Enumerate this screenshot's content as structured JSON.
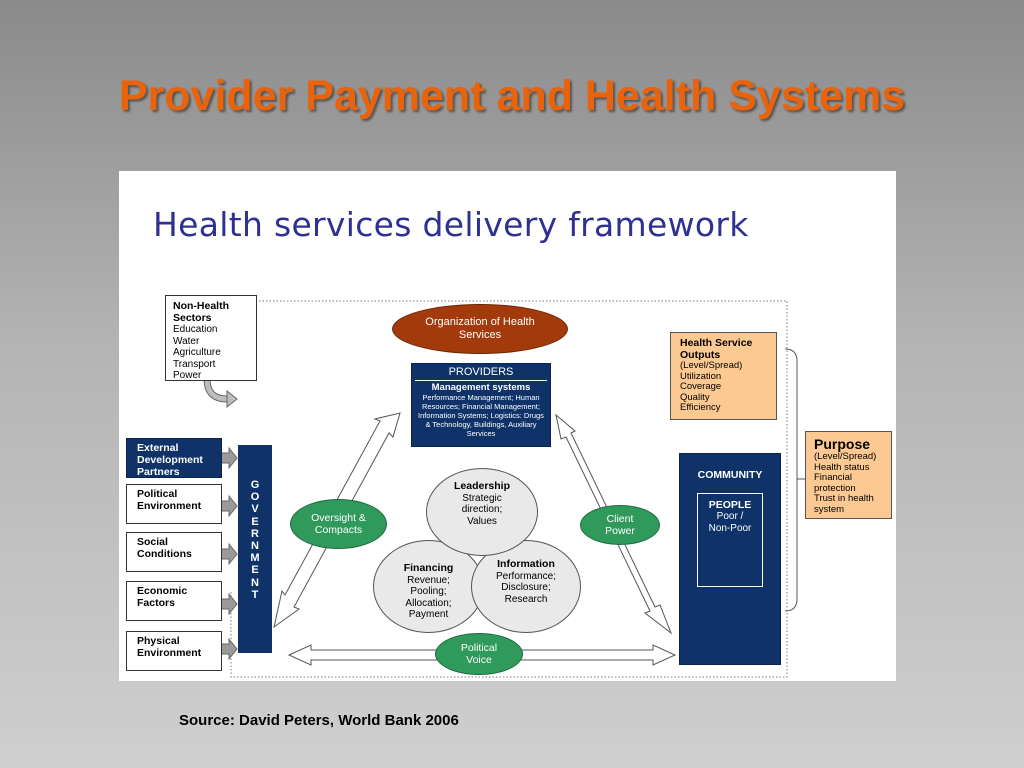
{
  "slide": {
    "title": "Provider Payment and Health Systems",
    "source": "Source:  David Peters, World Bank 2006"
  },
  "diagram": {
    "title": "Health services delivery framework",
    "non_health": {
      "heading": "Non-Health Sectors",
      "items": [
        "Education",
        "Water",
        "Agriculture",
        "Transport",
        "Power"
      ]
    },
    "left_factors": [
      "External Development Partners",
      "Political Environment",
      "Social Conditions",
      "Economic Factors",
      "Physical Environment"
    ],
    "government_letters": [
      "G",
      "O",
      "V",
      "E",
      "R",
      "N",
      "M",
      "E",
      "N",
      "T"
    ],
    "organization": "Organization of Health Services",
    "providers": {
      "label": "PROVIDERS",
      "mgmt_title": "Management systems",
      "mgmt_text": "Performance Management; Human Resources; Financial Management; Information Systems; Logistics: Drugs & Technology, Buildings, Auxiliary Services"
    },
    "leadership": {
      "title": "Leadership",
      "text": "Strategic direction; Values"
    },
    "financing": {
      "title": "Financing",
      "text": "Revenue; Pooling; Allocation; Payment"
    },
    "information": {
      "title": "Information",
      "text": "Performance; Disclosure; Research"
    },
    "oversight": "Oversight & Compacts",
    "client_power": "Client Power",
    "political_voice": "Political Voice",
    "community": {
      "label": "COMMUNITY",
      "people_title": "PEOPLE",
      "people_text": "Poor / Non-Poor"
    },
    "outputs": {
      "title": "Health Service Outputs",
      "items": [
        "(Level/Spread)",
        "Utilization",
        "Coverage",
        "Quality",
        "Efficiency"
      ]
    },
    "purpose": {
      "title": "Purpose",
      "items": [
        "(Level/Spread)",
        "Health status",
        "Financial protection",
        "Trust in health system"
      ]
    }
  },
  "colors": {
    "title_orange": "#e8630c",
    "navy": "#0f3369",
    "rust_oval": "#a23a0c",
    "green": "#2f9a5c",
    "peach": "#fcc993",
    "heading_blue": "#2e3192"
  }
}
